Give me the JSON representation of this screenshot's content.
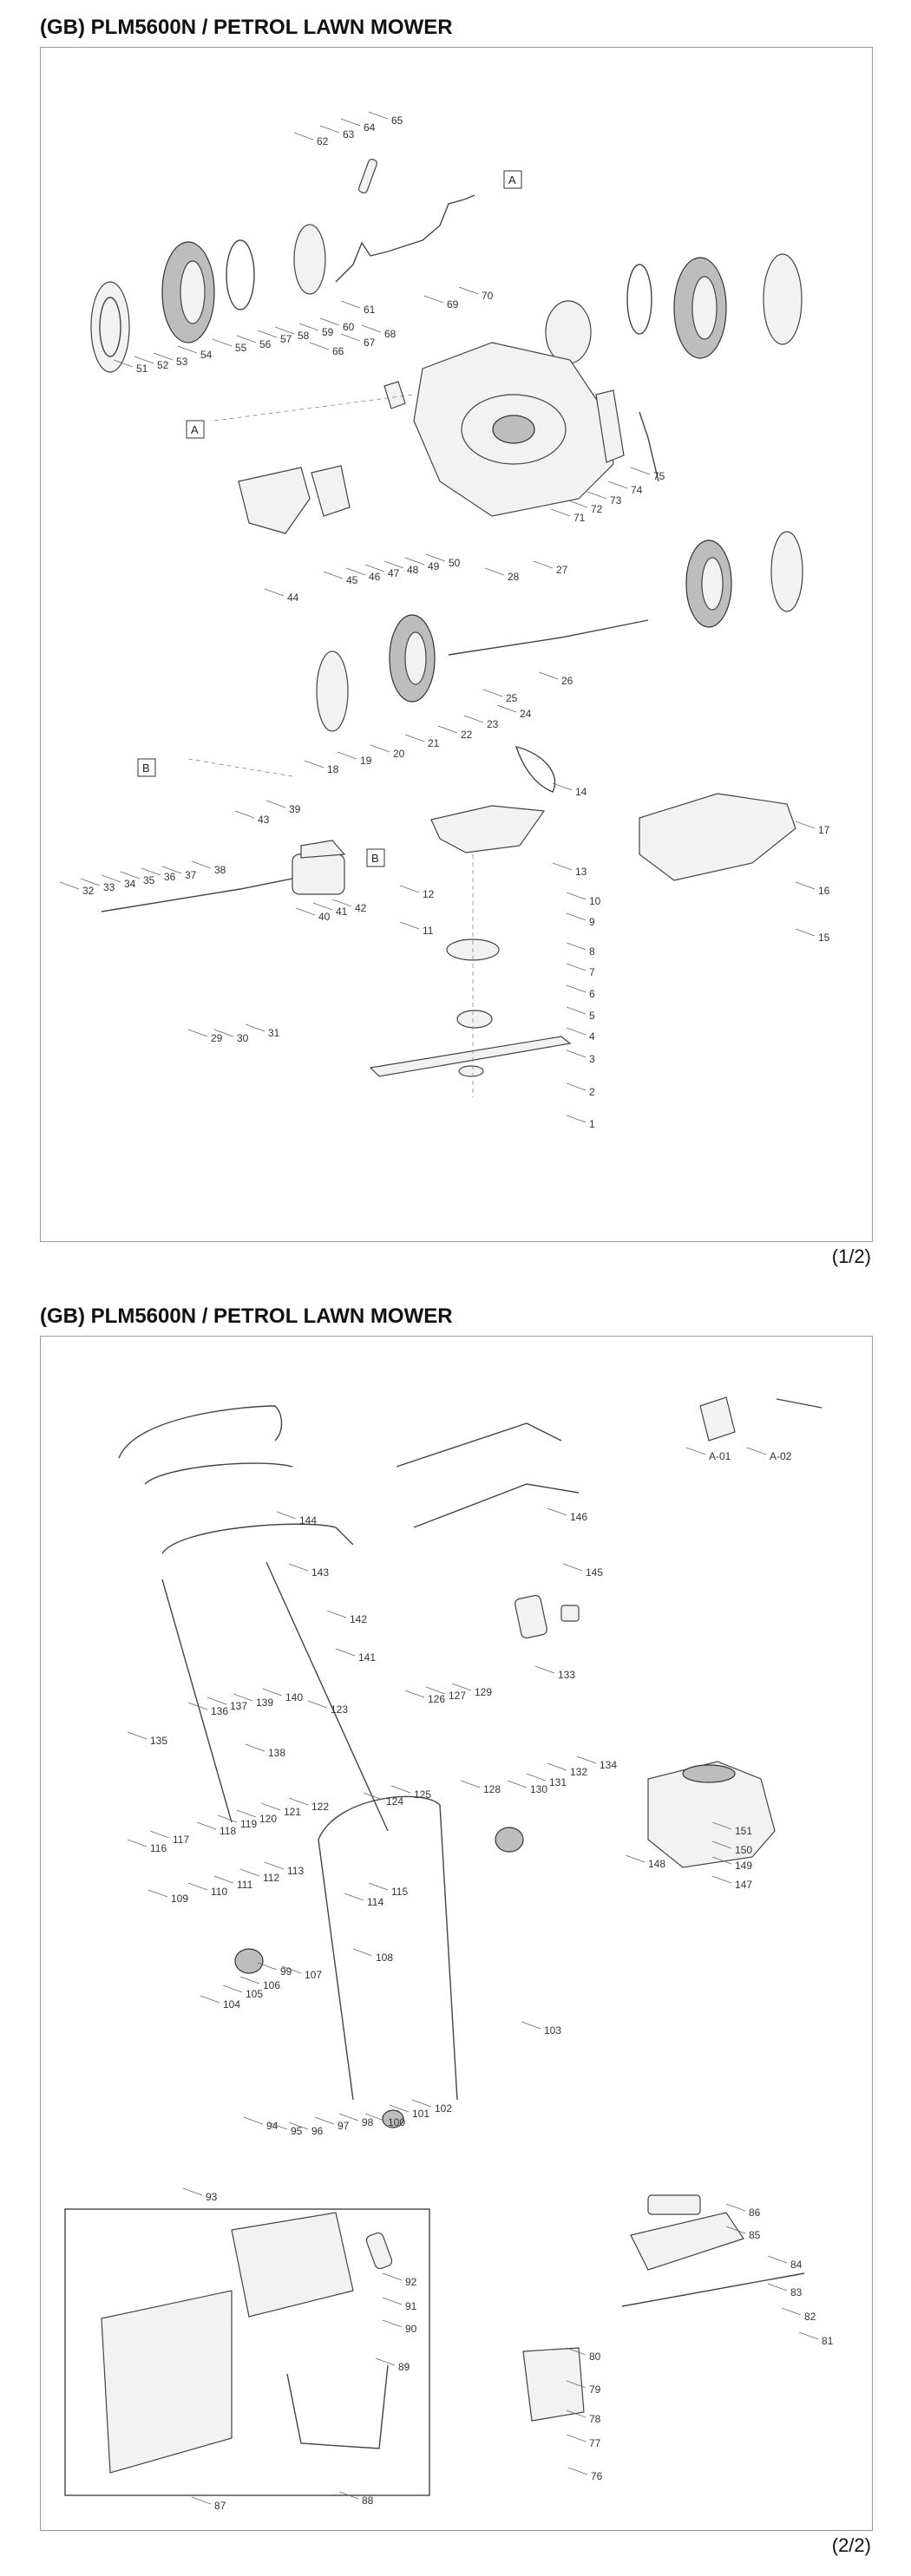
{
  "sheets": [
    {
      "title": "(GB) PLM5600N / PETROL LAWN MOWER",
      "page": "(1/2)"
    },
    {
      "title": "(GB) PLM5600N / PETROL LAWN MOWER",
      "page": "(2/2)"
    }
  ],
  "references": {
    "a": "A",
    "b": "B"
  },
  "labels1": [
    "1",
    "2",
    "3",
    "4",
    "5",
    "6",
    "7",
    "8",
    "9",
    "10",
    "11",
    "12",
    "13",
    "14",
    "15",
    "16",
    "17",
    "18",
    "19",
    "20",
    "21",
    "22",
    "23",
    "24",
    "25",
    "26",
    "27",
    "28",
    "29",
    "30",
    "31",
    "32",
    "33",
    "34",
    "35",
    "36",
    "37",
    "38",
    "39",
    "40",
    "41",
    "42",
    "43",
    "44",
    "45",
    "46",
    "47",
    "48",
    "49",
    "50",
    "51",
    "52",
    "53",
    "54",
    "55",
    "56",
    "57",
    "58",
    "59",
    "60",
    "61",
    "62",
    "63",
    "64",
    "65",
    "66",
    "67",
    "68",
    "69",
    "70",
    "71",
    "72",
    "73",
    "74",
    "75"
  ],
  "labels2": [
    "76",
    "77",
    "78",
    "79",
    "80",
    "81",
    "82",
    "83",
    "84",
    "85",
    "86",
    "87",
    "88",
    "89",
    "90",
    "91",
    "92",
    "93",
    "94",
    "95",
    "96",
    "97",
    "98",
    "99",
    "100",
    "101",
    "102",
    "103",
    "104",
    "105",
    "106",
    "107",
    "108",
    "109",
    "110",
    "111",
    "112",
    "113",
    "114",
    "115",
    "116",
    "117",
    "118",
    "119",
    "120",
    "121",
    "122",
    "123",
    "124",
    "125",
    "126",
    "127",
    "128",
    "129",
    "130",
    "131",
    "132",
    "133",
    "134",
    "135",
    "136",
    "137",
    "138",
    "139",
    "140",
    "141",
    "142",
    "143",
    "144",
    "145",
    "146",
    "147",
    "148",
    "149",
    "150",
    "151",
    "A-01",
    "A-02"
  ]
}
